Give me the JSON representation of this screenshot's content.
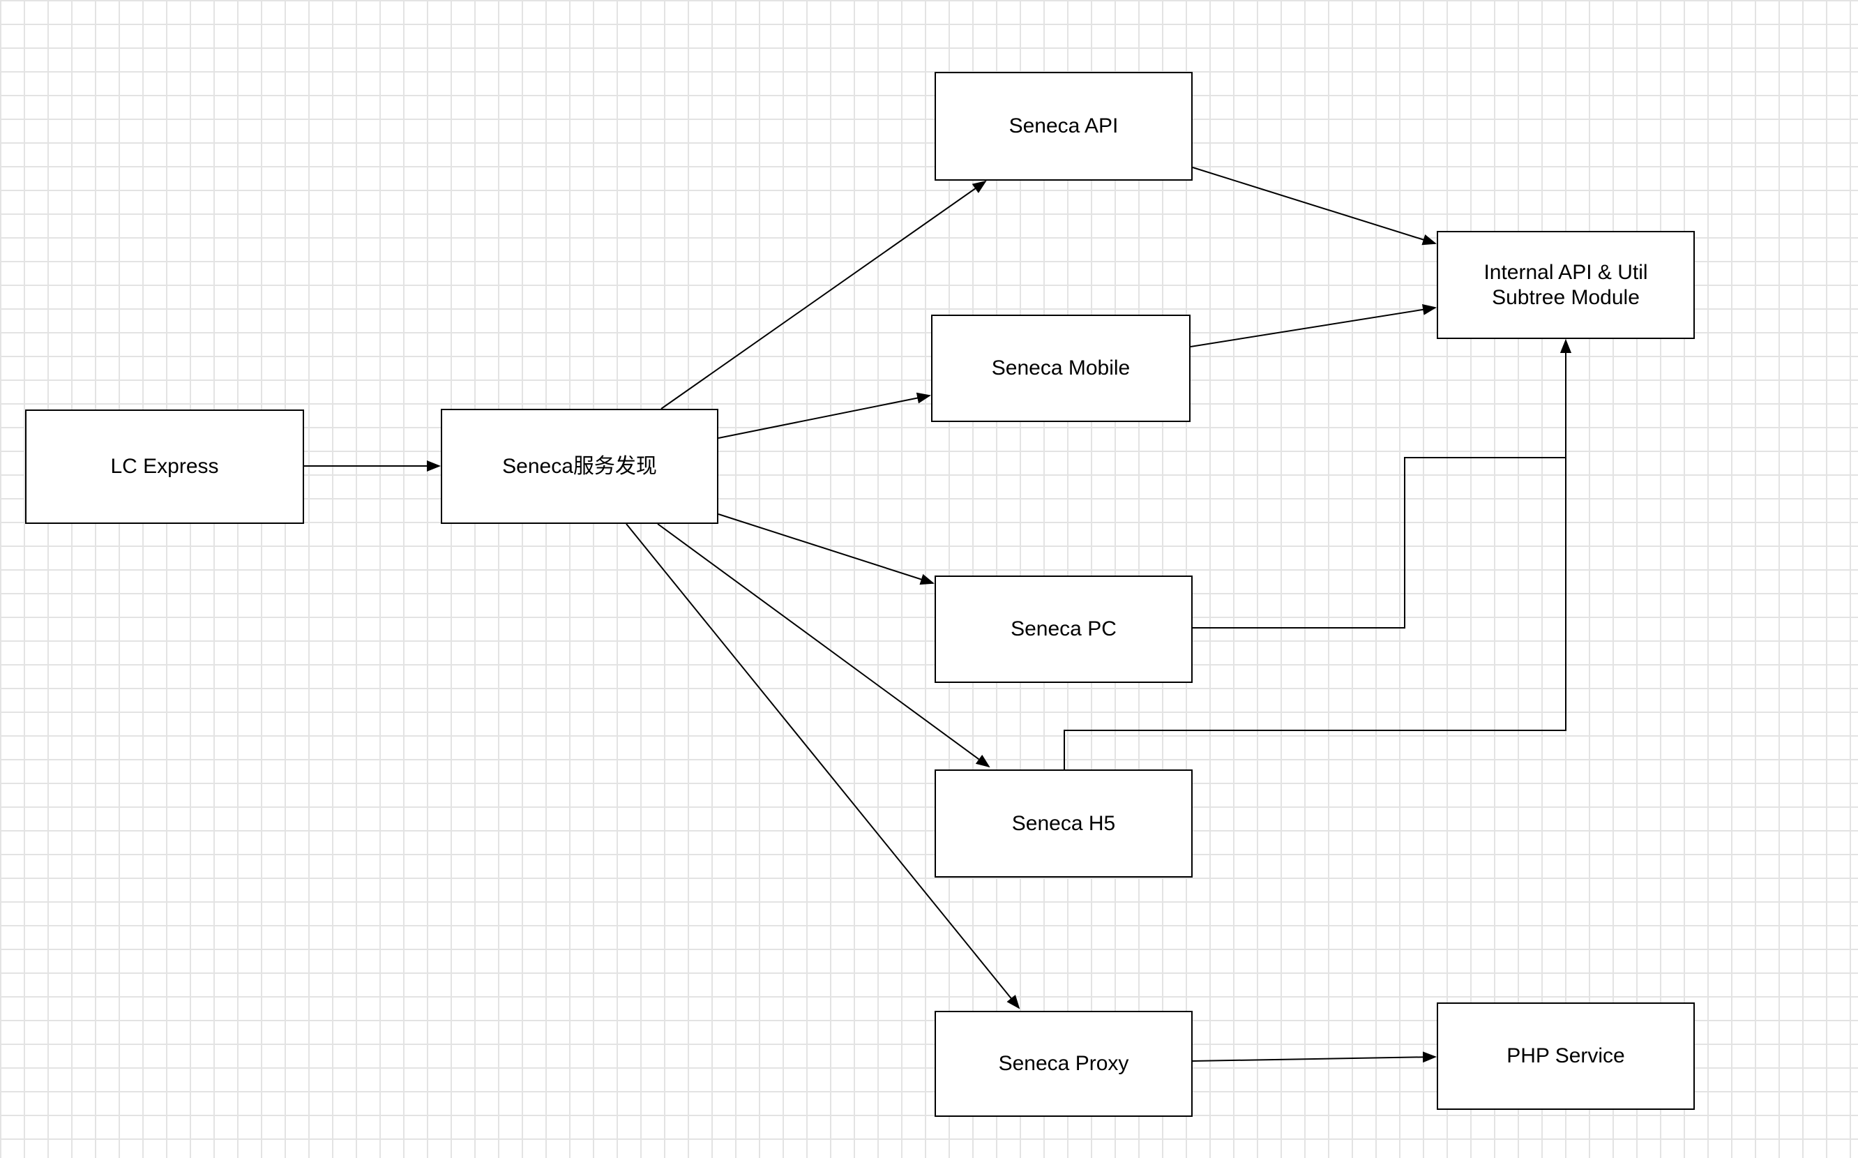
{
  "nodes": {
    "lc_express": "LC Express",
    "discovery": "Seneca服务发现",
    "seneca_api": "Seneca API",
    "seneca_mobile": "Seneca Mobile",
    "seneca_pc": "Seneca PC",
    "seneca_h5": "Seneca H5",
    "seneca_proxy": "Seneca Proxy",
    "internal_api": "Internal API & Util\nSubtree Module",
    "php_service": "PHP Service"
  },
  "edges": [
    {
      "from": "LC Express",
      "to": "Seneca服务发现"
    },
    {
      "from": "Seneca服务发现",
      "to": "Seneca API"
    },
    {
      "from": "Seneca服务发现",
      "to": "Seneca Mobile"
    },
    {
      "from": "Seneca服务发现",
      "to": "Seneca PC"
    },
    {
      "from": "Seneca服务发现",
      "to": "Seneca H5"
    },
    {
      "from": "Seneca服务发现",
      "to": "Seneca Proxy"
    },
    {
      "from": "Seneca API",
      "to": "Internal API & Util Subtree Module"
    },
    {
      "from": "Seneca Mobile",
      "to": "Internal API & Util Subtree Module"
    },
    {
      "from": "Seneca PC",
      "to": "Internal API & Util Subtree Module"
    },
    {
      "from": "Seneca H5",
      "to": "Internal API & Util Subtree Module"
    },
    {
      "from": "Seneca Proxy",
      "to": "PHP Service"
    }
  ],
  "colors": {
    "grid": "#e3e3e3",
    "stroke": "#000000",
    "background": "#ffffff"
  }
}
